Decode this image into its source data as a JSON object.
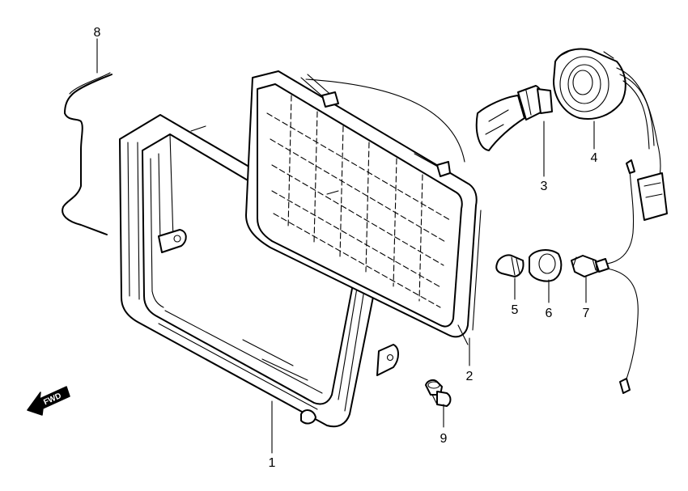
{
  "diagram": {
    "direction_badge": {
      "text": "FWD",
      "icon": "fwd-arrow-icon"
    },
    "callouts": [
      {
        "id": "part-1",
        "number": "1"
      },
      {
        "id": "part-2",
        "number": "2"
      },
      {
        "id": "part-3",
        "number": "3"
      },
      {
        "id": "part-4",
        "number": "4"
      },
      {
        "id": "part-5",
        "number": "5"
      },
      {
        "id": "part-6",
        "number": "6"
      },
      {
        "id": "part-7",
        "number": "7"
      },
      {
        "id": "part-8",
        "number": "8"
      },
      {
        "id": "part-9",
        "number": "9"
      }
    ]
  }
}
